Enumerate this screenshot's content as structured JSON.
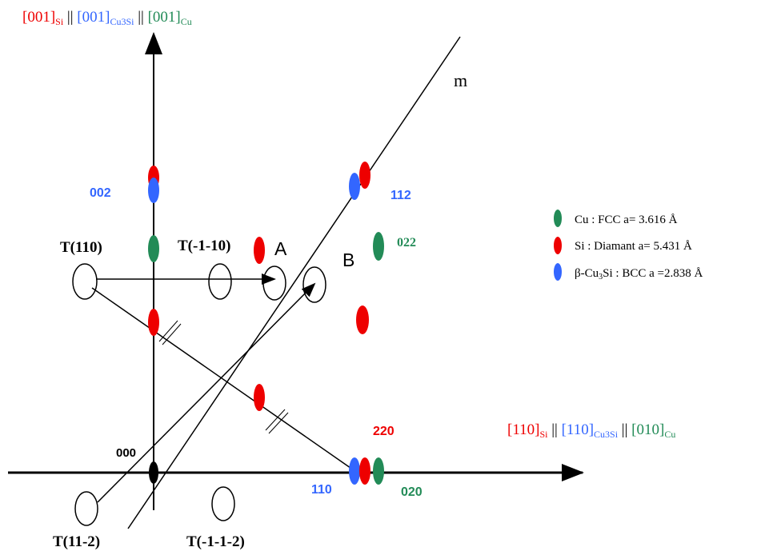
{
  "colors": {
    "si": "#ee0000",
    "cu3si": "#3366ff",
    "cu": "#228b57",
    "origin": "#000000",
    "line": "#000000"
  },
  "top_axis_label": {
    "p1": "[001]",
    "s1": "Si",
    "sep1": " || ",
    "p2": "[001]",
    "s2": "Cu3Si",
    "sep2": " || ",
    "p3": "[001]",
    "s3": "Cu"
  },
  "right_axis_label": {
    "p1": "[110]",
    "s1": "Si",
    "sep1": " || ",
    "p2": "[110]",
    "s2": "Cu3Si",
    "sep2": " || ",
    "p3": "[010]",
    "s3": "Cu"
  },
  "line_label": "m",
  "reflections": {
    "origin": "000",
    "si_220": "220",
    "cu3si_110": "110",
    "cu_020": "020",
    "cu3si_002": "002",
    "cu3si_112": "112",
    "cu_022": "022"
  },
  "twins": {
    "t110": "T(110)",
    "t_1_10": "T(-1-10)",
    "t11_2": "T(11-2)",
    "t_1_1_2": "T(-1-1-2)"
  },
  "points": {
    "a": "A",
    "b": "B"
  },
  "legend": [
    {
      "phase": "Cu",
      "desc": " : FCC a= 3.616 Å",
      "color": "#228b57"
    },
    {
      "phase": "Si",
      "desc": " : Diamant a= 5.431 Å",
      "color": "#ee0000"
    },
    {
      "phase": "β-Cu",
      "sub": "3",
      "phase_end": "Si",
      "desc": " : BCC a =2.838 Å",
      "color": "#3366ff"
    }
  ]
}
